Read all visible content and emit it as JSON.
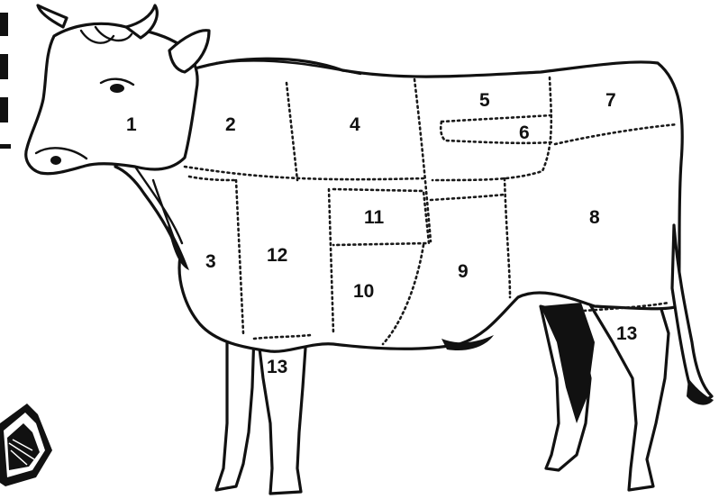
{
  "diagram": {
    "subject": "beef-cuts",
    "cuts": [
      {
        "id": "cut-1",
        "label": "1"
      },
      {
        "id": "cut-2",
        "label": "2"
      },
      {
        "id": "cut-3",
        "label": "3"
      },
      {
        "id": "cut-4",
        "label": "4"
      },
      {
        "id": "cut-5",
        "label": "5"
      },
      {
        "id": "cut-6",
        "label": "6"
      },
      {
        "id": "cut-7",
        "label": "7"
      },
      {
        "id": "cut-8",
        "label": "8"
      },
      {
        "id": "cut-9",
        "label": "9"
      },
      {
        "id": "cut-10",
        "label": "10"
      },
      {
        "id": "cut-11",
        "label": "11"
      },
      {
        "id": "cut-12",
        "label": "12"
      },
      {
        "id": "cut-13-front",
        "label": "13"
      },
      {
        "id": "cut-13-rear",
        "label": "13"
      }
    ],
    "colors": {
      "ink": "#111111",
      "background": "#ffffff"
    }
  }
}
